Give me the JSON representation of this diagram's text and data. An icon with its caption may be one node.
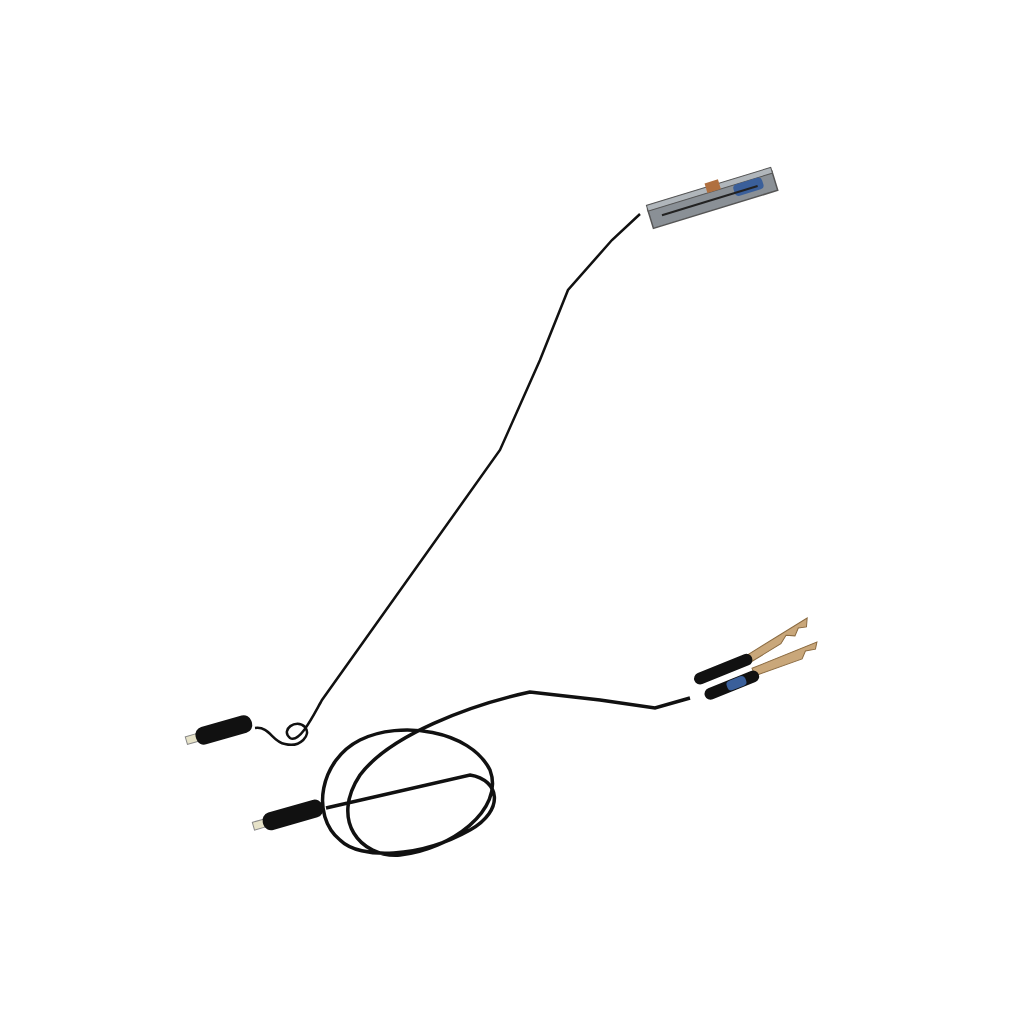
{
  "diagram": {
    "nodes": [
      {
        "text": [],
        "shape": "picture"
      },
      {
        "text": [],
        "shape": "picture"
      },
      {
        "text": [],
        "shape": "bar"
      },
      {
        "text": [],
        "shape": "bar"
      }
    ],
    "edges": [
      {
        "from": 2,
        "to": 0,
        "arrow": "none"
      },
      {
        "from": 3,
        "to": 1,
        "arrow": "none"
      }
    ]
  }
}
